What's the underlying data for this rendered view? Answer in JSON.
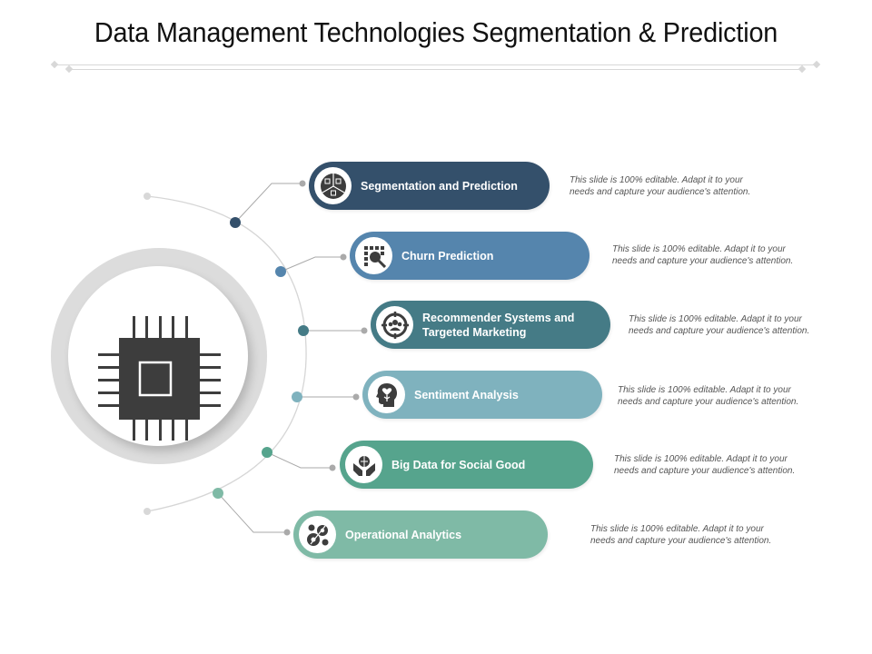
{
  "title": "Data Management Technologies Segmentation & Prediction",
  "hub": {
    "icon": "microchip-icon",
    "ring_color": "#dcdcdc",
    "chip_color": "#3d3d3d"
  },
  "items": [
    {
      "label": "Segmentation and Prediction",
      "icon": "segmentation-pie-icon",
      "color": "#34506b",
      "description": "This slide is 100% editable. Adapt it to your needs and capture your audience's attention."
    },
    {
      "label": "Churn Prediction",
      "icon": "churn-search-icon",
      "color": "#5585ad",
      "description": "This slide is 100% editable. Adapt it to your needs and capture your audience's attention."
    },
    {
      "label": "Recommender Systems  and Targeted Marketing",
      "label_line1": "Recommender Systems  and",
      "label_line2": "Targeted Marketing",
      "icon": "target-audience-icon",
      "color": "#457b86",
      "description": "This slide is 100% editable. Adapt it to your needs and capture your audience's attention."
    },
    {
      "label": "Sentiment Analysis",
      "icon": "head-heart-icon",
      "color": "#7fb2be",
      "description": "This slide is 100% editable. Adapt it to your needs and capture your audience's attention."
    },
    {
      "label": "Big Data for Social Good",
      "icon": "hands-globe-icon",
      "color": "#56a48d",
      "description": "This slide is 100% editable. Adapt it to your needs and capture your audience's attention."
    },
    {
      "label": "Operational Analytics",
      "icon": "gears-icon",
      "color": "#7fbaa6",
      "description": "This slide is 100% editable. Adapt it to your needs and capture your audience's attention."
    }
  ],
  "description_lines": {
    "line1": "This slide is 100% editable. Adapt it to your",
    "line2": "needs and capture your audience's attention."
  }
}
